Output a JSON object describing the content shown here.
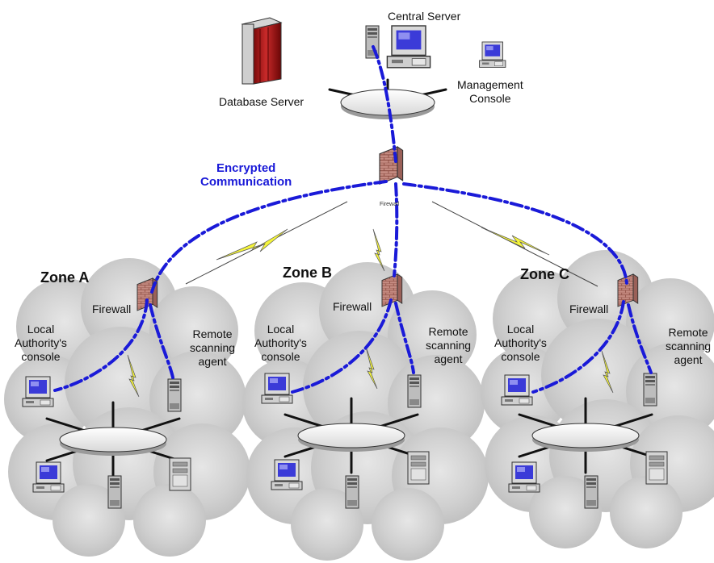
{
  "labels": {
    "central_server": "Central Server",
    "database_server": "Database Server",
    "management_console": [
      "Management",
      "Console"
    ],
    "encrypted_communication": [
      "Encrypted",
      "Communication"
    ],
    "central_firewall": "Firewall",
    "firewall": "Firewall",
    "local_console": [
      "Local",
      "Authority's",
      "console"
    ],
    "remote_agent": [
      "Remote",
      "scanning",
      "agent"
    ]
  },
  "zones": [
    {
      "name": "Zone A"
    },
    {
      "name": "Zone B"
    },
    {
      "name": "Zone C"
    }
  ],
  "colors": {
    "encrypted_link": "#1a1ad8",
    "firewall_brick": "#c48a80",
    "cloud": "#d2d2d2",
    "lightning": "#f4f43a"
  }
}
